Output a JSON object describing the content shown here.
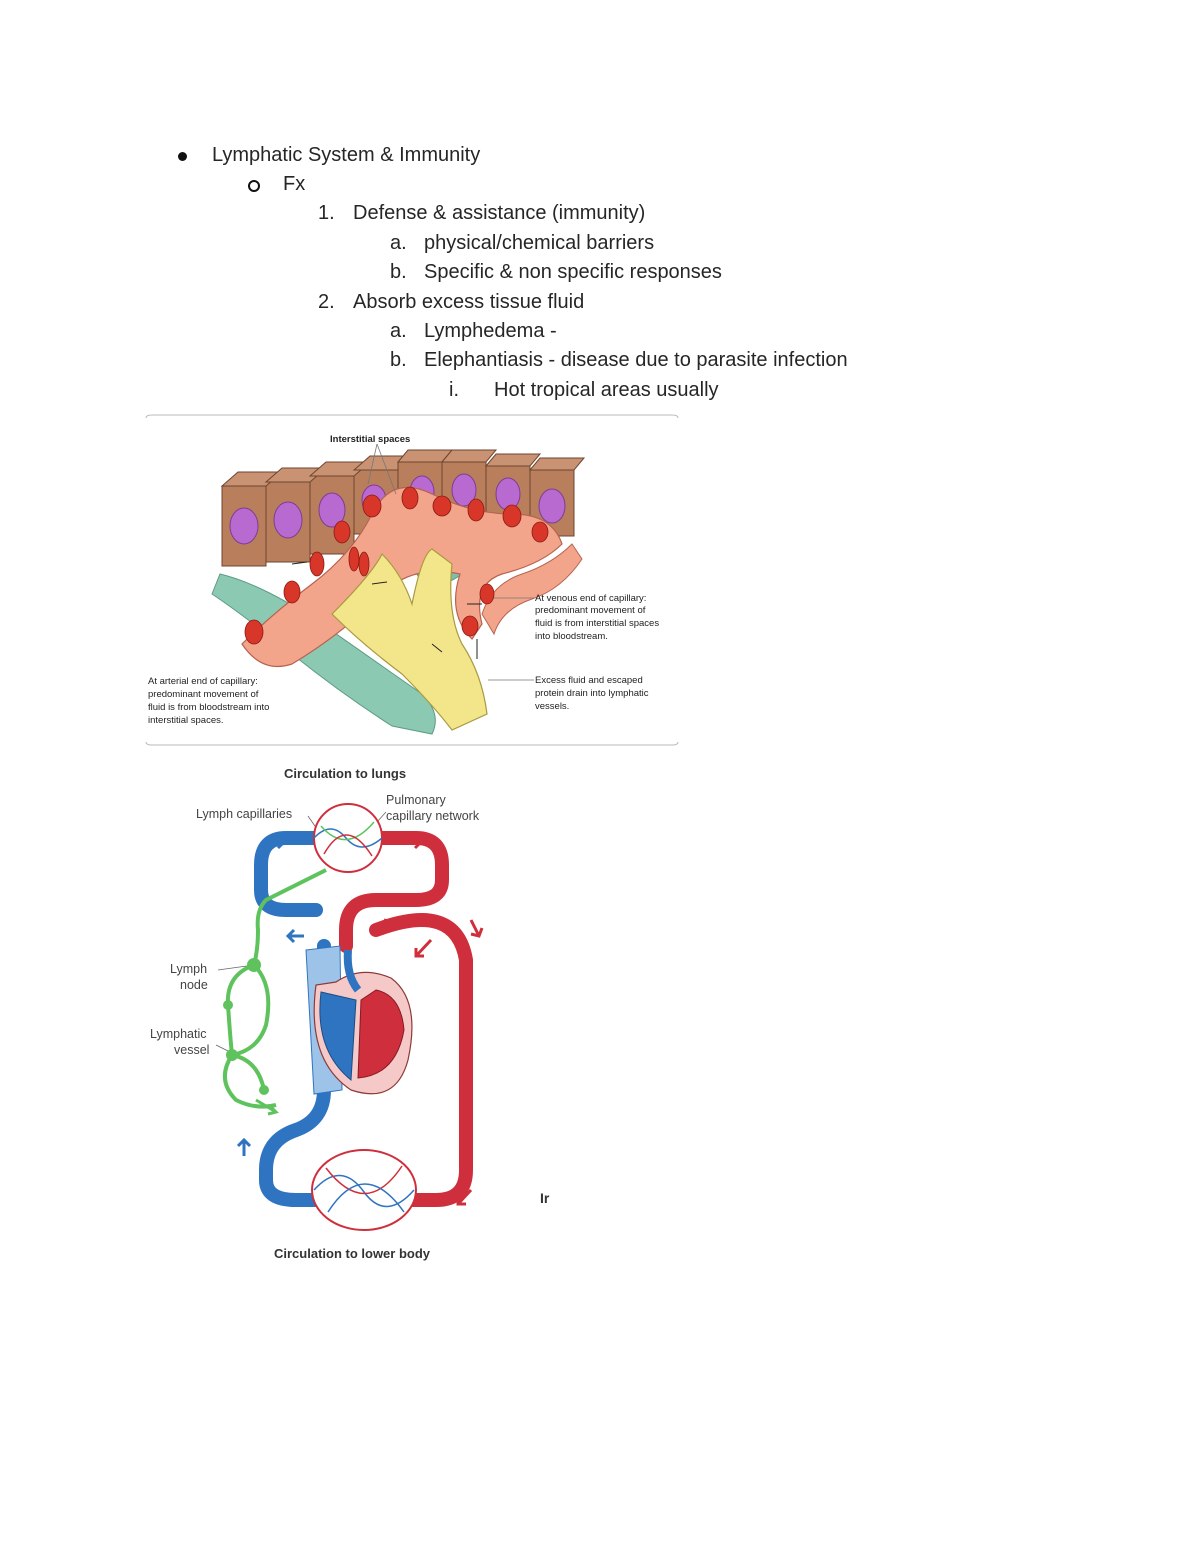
{
  "outline": {
    "l1": {
      "text": "Lymphatic System & Immunity"
    },
    "l2": {
      "text": "Fx"
    },
    "item1": {
      "marker": "1.",
      "text": "Defense & assistance (immunity)"
    },
    "item1a": {
      "marker": "a.",
      "text": "physical/chemical barriers"
    },
    "item1b": {
      "marker": "b.",
      "text": "Specific & non specific responses"
    },
    "item2": {
      "marker": "2.",
      "text": "Absorb excess tissue fluid"
    },
    "item2a": {
      "marker": "a.",
      "text": "Lymphedema -"
    },
    "item2b": {
      "marker": "b.",
      "text": "Elephantiasis - disease due to parasite infection"
    },
    "item2bi": {
      "marker": "i.",
      "text": "Hot tropical areas usually"
    }
  },
  "figure1": {
    "top_label": "Interstitial spaces",
    "venous_caption": [
      "At venous end of capillary:",
      "predominant movement of",
      "fluid is from interstitial spaces",
      "into bloodstream."
    ],
    "excess_caption": [
      "Excess fluid and escaped",
      "protein drain into lymphatic",
      "vessels."
    ],
    "arterial_caption": [
      "At arterial end of capillary:",
      "predominant movement of",
      "fluid is from bloodstream into",
      "interstitial spaces."
    ],
    "colors": {
      "cells": "#b97f5c",
      "nuclei": "#b86ad1",
      "capillary": "#f2a58a",
      "rbc": "#d9362a",
      "lymph": "#f3e58a",
      "tissue": "#8cc9b3"
    }
  },
  "figure2": {
    "title_top": "Circulation to lungs",
    "title_bottom": "Circulation to lower body",
    "label_lymph_capillaries": "Lymph capillaries",
    "label_pulmonary": [
      "Pulmonary",
      "capillary network"
    ],
    "label_lymph_node": [
      "Lymph",
      "node"
    ],
    "label_lymphatic_vessel": [
      "Lymphatic",
      "vessel"
    ],
    "colors": {
      "venous": "#2f74c0",
      "arterial": "#cf2f3c",
      "lymphatic": "#5ec35c"
    }
  },
  "stray_text": "Ir"
}
